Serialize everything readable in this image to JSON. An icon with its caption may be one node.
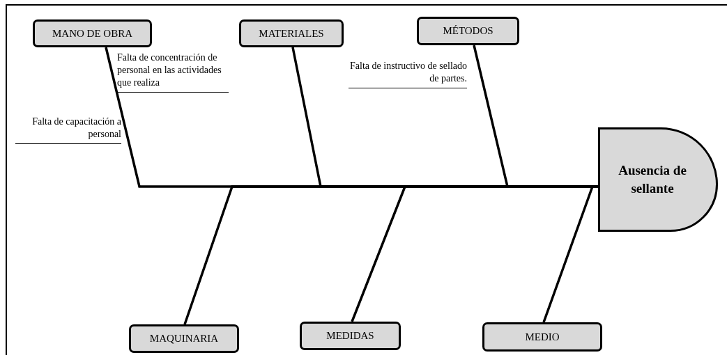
{
  "diagram": {
    "nodes": [
      {
        "text": [
          "MANO DE OBRA"
        ]
      },
      {
        "text": [
          "MATERIALES"
        ]
      },
      {
        "text": [
          "MÉTODOS"
        ]
      },
      {
        "text": [
          "Ausencia de sellante"
        ]
      },
      {
        "text": [
          "MAQUINARIA"
        ]
      },
      {
        "text": [
          "MEDIDAS"
        ]
      },
      {
        "text": [
          "MEDIO"
        ]
      }
    ],
    "edges": [
      {
        "from": 0,
        "to": 3,
        "arrow": "none"
      },
      {
        "from": 1,
        "to": 3,
        "arrow": "none"
      },
      {
        "from": 2,
        "to": 3,
        "arrow": "none"
      },
      {
        "from": 4,
        "to": 3,
        "arrow": "none"
      },
      {
        "from": 5,
        "to": 3,
        "arrow": "none"
      },
      {
        "from": 6,
        "to": 3,
        "arrow": "none"
      }
    ],
    "labels": [
      "Falta de concentración de personal en las actividades que realiza",
      "Falta de instructivo de sellado de partes.",
      "Falta de capacitación a personal"
    ]
  }
}
